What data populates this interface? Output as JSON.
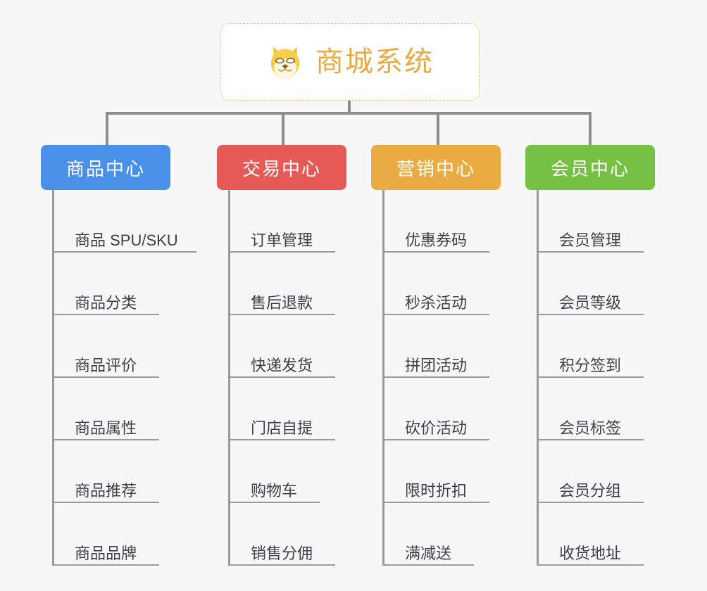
{
  "root": {
    "title": "商城系统",
    "icon": "shiba-dog-icon",
    "title_color": "#e8ab42",
    "border_color": "#f0c070"
  },
  "background_color": "#f7f7f7",
  "connector_color": "#8d8d8d",
  "branches": [
    {
      "label": "商品中心",
      "color": "#4a90e8",
      "items": [
        "商品 SPU/SKU",
        "商品分类",
        "商品评价",
        "商品属性",
        "商品推荐",
        "商品品牌"
      ]
    },
    {
      "label": "交易中心",
      "color": "#e55a56",
      "items": [
        "订单管理",
        "售后退款",
        "快递发货",
        "门店自提",
        "购物车",
        "销售分佣"
      ]
    },
    {
      "label": "营销中心",
      "color": "#eaac42",
      "items": [
        "优惠券码",
        "秒杀活动",
        "拼团活动",
        "砍价活动",
        "限时折扣",
        "满减送"
      ]
    },
    {
      "label": "会员中心",
      "color": "#76c044",
      "items": [
        "会员管理",
        "会员等级",
        "积分签到",
        "会员标签",
        "会员分组",
        "收货地址"
      ]
    }
  ]
}
